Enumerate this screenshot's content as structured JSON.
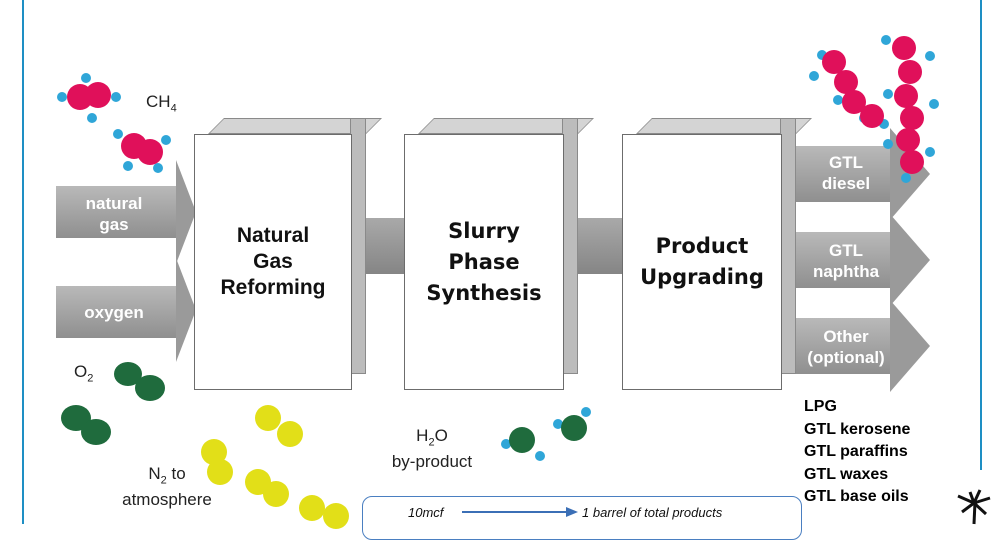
{
  "flow": {
    "inputs": [
      {
        "label": "natural\ngas",
        "formula_base": "CH",
        "formula_sub": "4"
      },
      {
        "label": "oxygen",
        "formula_base": "O",
        "formula_sub": "2"
      }
    ],
    "stages": [
      {
        "label": "Natural\nGas\nReforming"
      },
      {
        "label": "Slurry\nPhase\nSynthesis"
      },
      {
        "label": "Product\nUpgrading"
      }
    ],
    "outputs": [
      {
        "label": "GTL\ndiesel"
      },
      {
        "label": "GTL\nnaphtha"
      },
      {
        "label": "Other\n(optional)"
      }
    ],
    "byproducts": {
      "nitrogen_base": "N",
      "nitrogen_sub": "2",
      "nitrogen_rest": " to",
      "nitrogen_line2": "atmosphere",
      "water_base": "H",
      "water_sub": "2",
      "water_rest": "O",
      "water_line2": "by-product"
    },
    "other_products": [
      "LPG",
      "GTL kerosene",
      "GTL paraffins",
      "GTL waxes",
      "GTL base oils"
    ],
    "scale": {
      "input": "10mcf",
      "output": "1 barrel of total products"
    }
  },
  "colors": {
    "frame": "#1e8fc4",
    "arrow": "#9a9a9a",
    "methane_carbon": "#e0105a",
    "hydrogen": "#2fa6d8",
    "oxygen": "#1f6b3d",
    "nitrogen": "#e2df18"
  }
}
